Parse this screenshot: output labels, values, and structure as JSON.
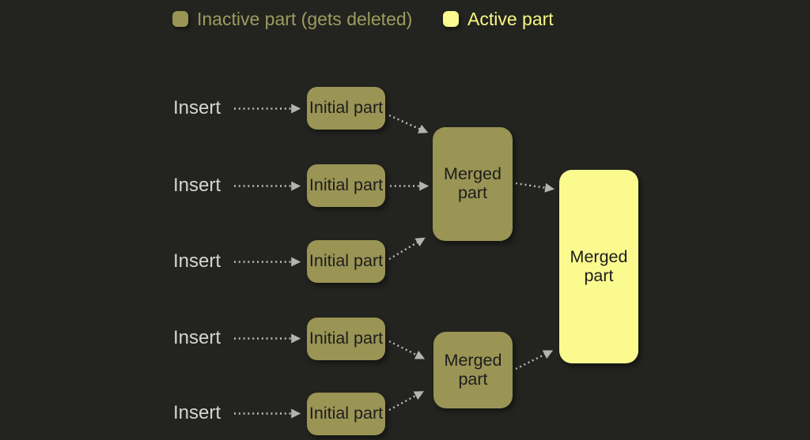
{
  "legend": {
    "items": [
      {
        "id": "inactive",
        "label": "Inactive part (gets deleted)",
        "color": "#9a9455"
      },
      {
        "id": "active",
        "label": "Active part",
        "color": "#fafa8e"
      }
    ]
  },
  "colors": {
    "background": "#232420",
    "inactive_part": "#9a9455",
    "active_part": "#fafa8e",
    "arrow": "#bcbcbc",
    "insert_text": "#d5d5d5",
    "box_text": "#1d1d1d"
  },
  "rows": [
    {
      "insert_label": "Insert",
      "part_label": "Initial part"
    },
    {
      "insert_label": "Insert",
      "part_label": "Initial part"
    },
    {
      "insert_label": "Insert",
      "part_label": "Initial part"
    },
    {
      "insert_label": "Insert",
      "part_label": "Initial part"
    },
    {
      "insert_label": "Insert",
      "part_label": "Initial part"
    }
  ],
  "merged": {
    "first_label": "Merged part",
    "second_label": "Merged part",
    "final_label": "Merged part"
  }
}
